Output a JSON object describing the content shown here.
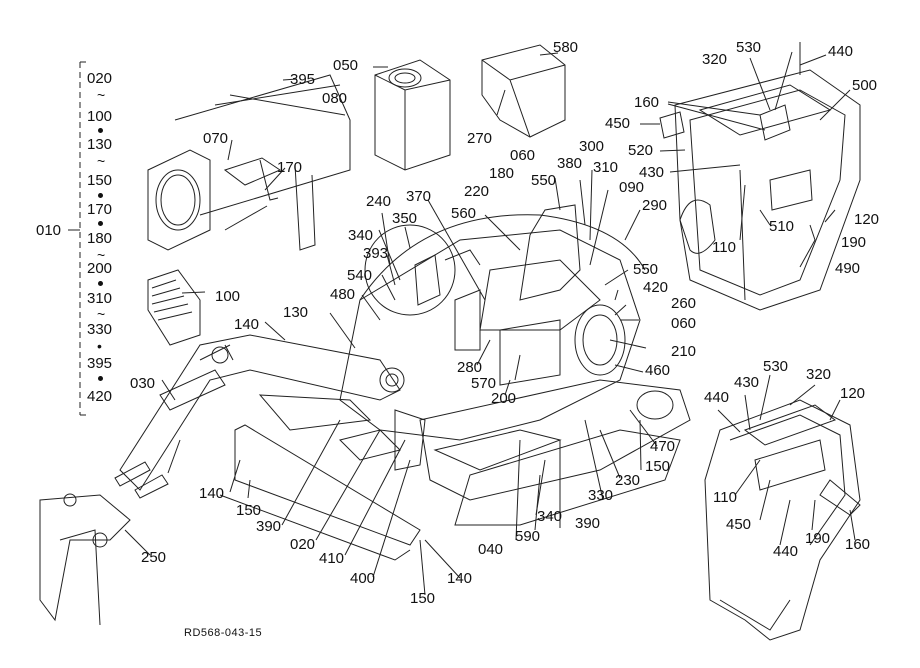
{
  "figure": {
    "reference_code": "RD568-043-15",
    "group_label": "010",
    "legend_range": [
      "020",
      "100",
      "130",
      "150",
      "170",
      "180",
      "200",
      "310",
      "330",
      "395",
      "420"
    ],
    "legend_separators": [
      "~",
      "•",
      "~",
      "•",
      "•",
      "~",
      "•",
      "~",
      "•",
      "•"
    ],
    "callouts": [
      "580",
      "050",
      "395",
      "080",
      "070",
      "170",
      "270",
      "060",
      "180",
      "220",
      "240",
      "350",
      "340",
      "393",
      "540",
      "480",
      "130",
      "140",
      "100",
      "030",
      "370",
      "560",
      "550",
      "300",
      "380",
      "310",
      "090",
      "290",
      "550",
      "420",
      "260",
      "060",
      "210",
      "460",
      "280",
      "570",
      "200",
      "040",
      "590",
      "340",
      "390",
      "330",
      "230",
      "150",
      "470",
      "320",
      "530",
      "440",
      "500",
      "160",
      "450",
      "520",
      "430",
      "510",
      "110",
      "120",
      "190",
      "490",
      "250",
      "390",
      "020",
      "410",
      "400",
      "150",
      "140",
      "150",
      "140",
      "440",
      "430",
      "530",
      "320",
      "120",
      "110",
      "450",
      "440",
      "190",
      "160"
    ]
  }
}
